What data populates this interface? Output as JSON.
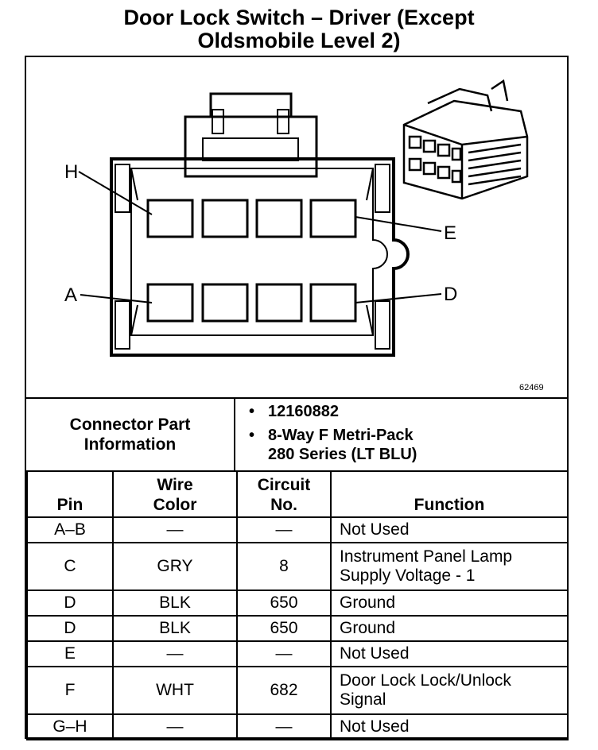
{
  "title": {
    "line1": "Door Lock Switch – Driver (Except",
    "line2": "Oldsmobile Level 2)"
  },
  "diagram": {
    "pin_labels": {
      "h": "H",
      "e": "E",
      "a": "A",
      "d": "D"
    },
    "figure_id": "62469"
  },
  "connector": {
    "label_line1": "Connector Part",
    "label_line2": "Information",
    "bullet": "•",
    "part_number": "12160882",
    "description_line1": "8-Way F Metri-Pack",
    "description_line2": "280 Series (LT BLU)"
  },
  "table": {
    "headers": {
      "pin": "Pin",
      "wire_line1": "Wire",
      "wire_line2": "Color",
      "circuit_line1": "Circuit",
      "circuit_line2": "No.",
      "function": "Function"
    },
    "rows": [
      {
        "pin": "A–B",
        "wire": "—",
        "circuit": "—",
        "function": "Not Used",
        "function2": ""
      },
      {
        "pin": "C",
        "wire": "GRY",
        "circuit": "8",
        "function": "Instrument Panel Lamp",
        "function2": "Supply Voltage - 1"
      },
      {
        "pin": "D",
        "wire": "BLK",
        "circuit": "650",
        "function": "Ground",
        "function2": ""
      },
      {
        "pin": "D",
        "wire": "BLK",
        "circuit": "650",
        "function": "Ground",
        "function2": ""
      },
      {
        "pin": "E",
        "wire": "—",
        "circuit": "—",
        "function": "Not Used",
        "function2": ""
      },
      {
        "pin": "F",
        "wire": "WHT",
        "circuit": "682",
        "function": "Door Lock Lock/Unlock",
        "function2": "Signal"
      },
      {
        "pin": "G–H",
        "wire": "—",
        "circuit": "—",
        "function": "Not Used",
        "function2": ""
      }
    ]
  }
}
